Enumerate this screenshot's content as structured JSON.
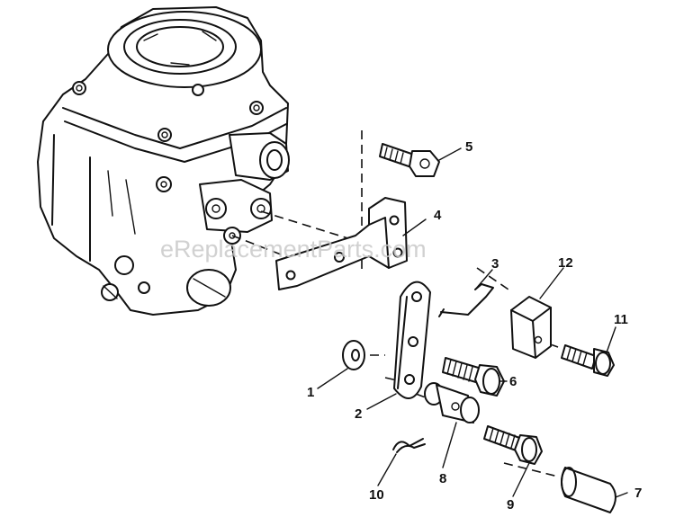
{
  "watermark": "eReplacementParts.com",
  "callouts": [
    {
      "id": "1",
      "label": "1"
    },
    {
      "id": "2",
      "label": "2"
    },
    {
      "id": "3",
      "label": "3"
    },
    {
      "id": "4",
      "label": "4"
    },
    {
      "id": "5",
      "label": "5"
    },
    {
      "id": "6",
      "label": "6"
    },
    {
      "id": "7",
      "label": "7"
    },
    {
      "id": "8",
      "label": "8"
    },
    {
      "id": "9",
      "label": "9"
    },
    {
      "id": "10",
      "label": "10"
    },
    {
      "id": "11",
      "label": "11"
    },
    {
      "id": "12",
      "label": "12"
    }
  ]
}
